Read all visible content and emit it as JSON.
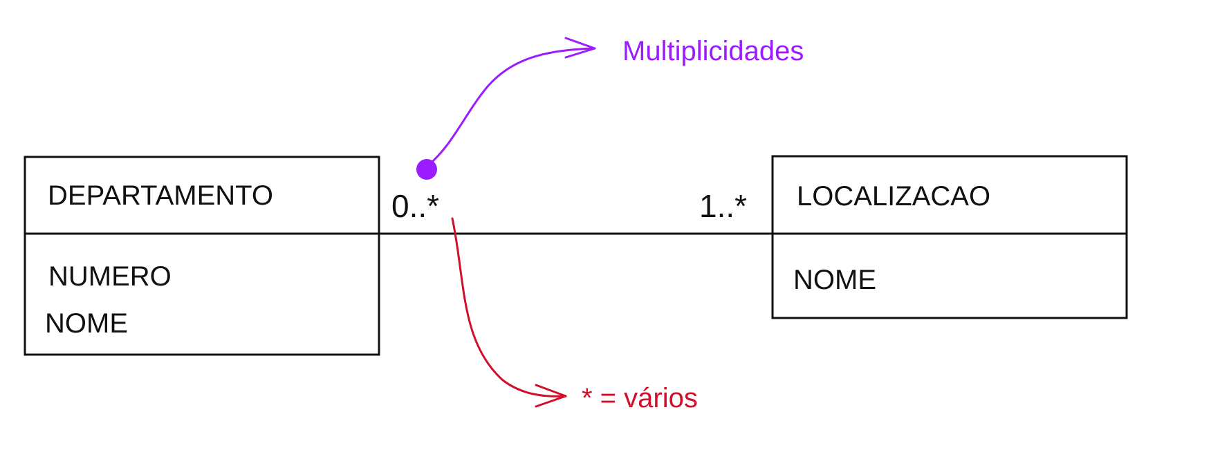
{
  "diagram": {
    "entities": [
      {
        "id": "departamento",
        "title": "DEPARTAMENTO",
        "attributes": [
          "NUMERO",
          "NOME"
        ]
      },
      {
        "id": "localizacao",
        "title": "LOCALIZACAO",
        "attributes": [
          "NOME"
        ]
      }
    ],
    "association": {
      "left_multiplicity": "0..*",
      "right_multiplicity": "1..*"
    },
    "annotations": {
      "multiplicidades": {
        "text": "Multiplicidades",
        "color": "#9b1cff"
      },
      "varios": {
        "text": "* = vários",
        "color": "#d0102b"
      }
    }
  }
}
